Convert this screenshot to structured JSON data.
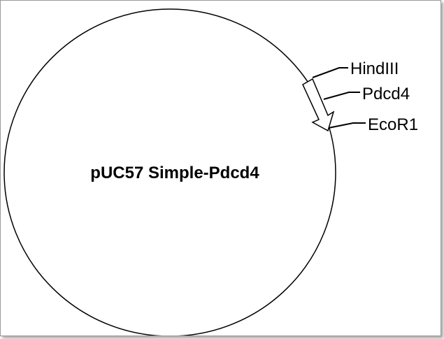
{
  "plasmid": {
    "name": "pUC57 Simple-Pdcd4"
  },
  "features": {
    "site_1": "HindIII",
    "insert": "Pdcd4",
    "site_2": "EcoR1"
  },
  "colors": {
    "stroke": "#000000",
    "background": "#ffffff",
    "frame_border": "#9a9a9a"
  }
}
